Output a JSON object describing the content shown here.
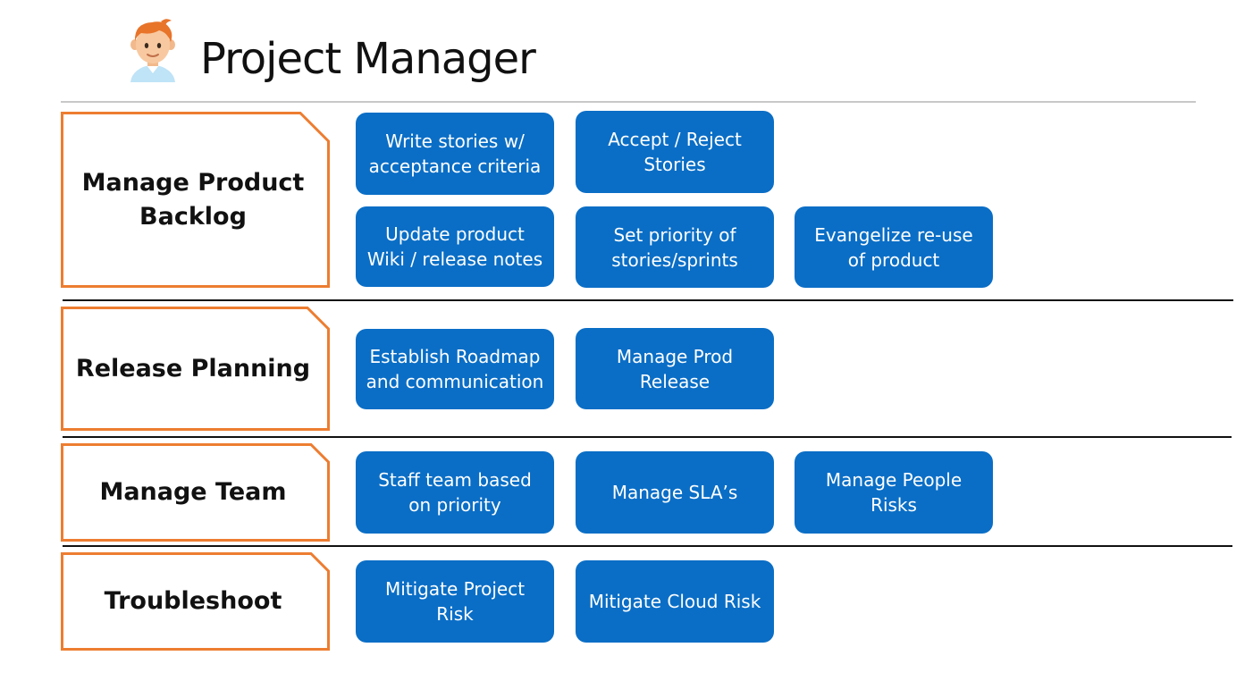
{
  "header": {
    "title": "Project Manager",
    "avatar_icon": "person-avatar-icon"
  },
  "colors": {
    "category_border": "#ed7d31",
    "task_fill": "#0a6ec6",
    "task_text": "#ffffff",
    "divider": "#111111",
    "title_rule": "#c8c8c8"
  },
  "rows": [
    {
      "category": "Manage Product Backlog",
      "tasks": [
        "Write stories w/ acceptance criteria",
        "Accept / Reject Stories",
        "Update product Wiki / release notes",
        "Set priority of stories/sprints",
        "Evangelize re-use of product"
      ]
    },
    {
      "category": "Release Planning",
      "tasks": [
        "Establish Roadmap and communication",
        "Manage Prod Release"
      ]
    },
    {
      "category": "Manage Team",
      "tasks": [
        "Staff team based on priority",
        "Manage SLA’s",
        "Manage People Risks"
      ]
    },
    {
      "category": "Troubleshoot",
      "tasks": [
        "Mitigate Project Risk",
        "Mitigate Cloud Risk"
      ]
    }
  ]
}
